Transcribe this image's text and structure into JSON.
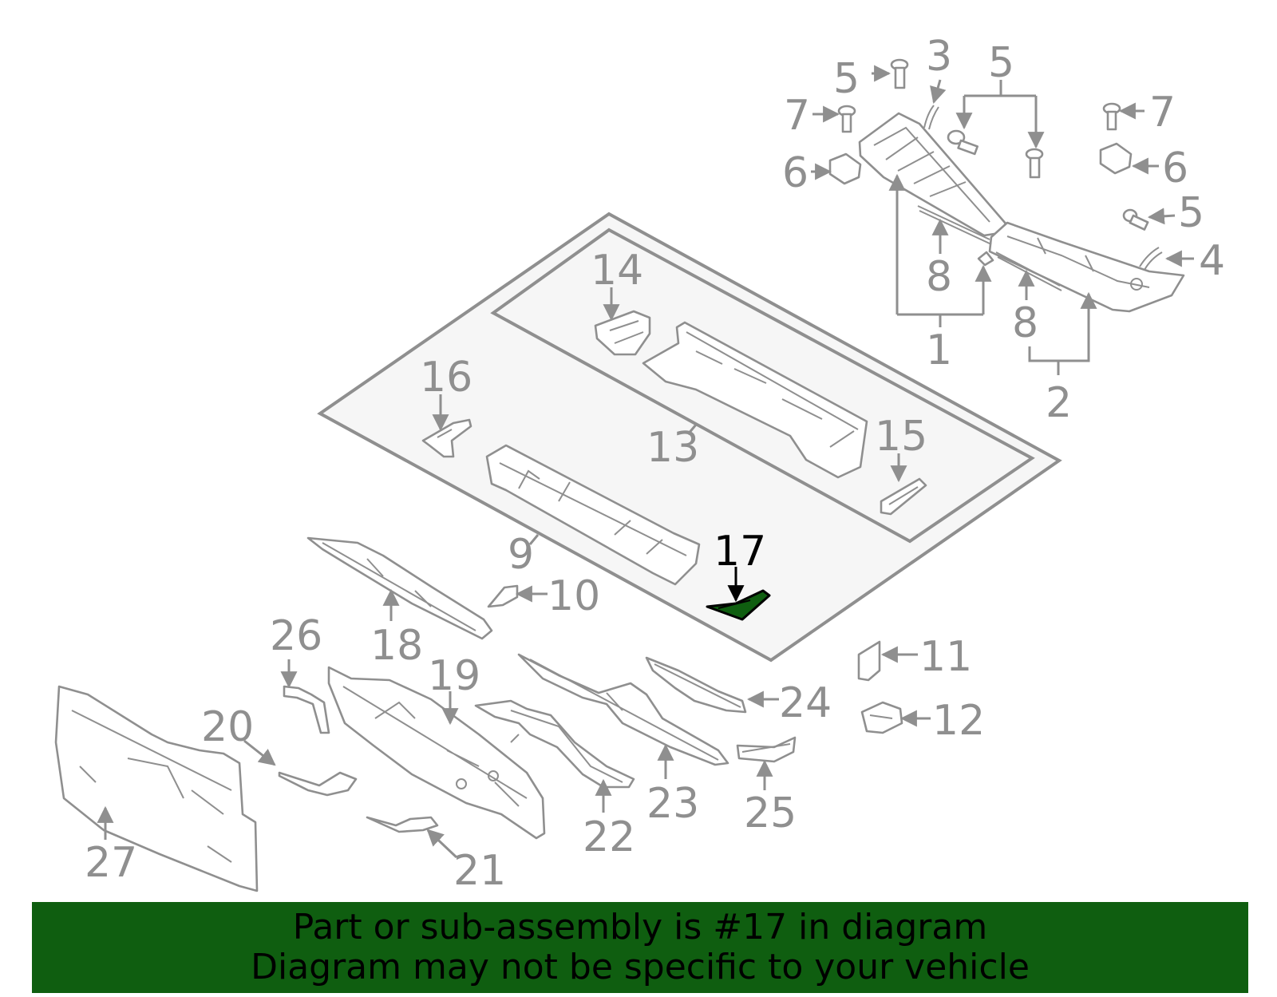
{
  "colors": {
    "line": "#8f8f8f",
    "highlight": "#000000",
    "highlight_fill": "#0f5e10",
    "panel_fill": "#f6f6f6",
    "banner_background": "#0f5e10",
    "banner_text": "#000000"
  },
  "highlighted_callout": "17",
  "callouts": {
    "c1": "1",
    "c2": "2",
    "c3": "3",
    "c4": "4",
    "c5a": "5",
    "c5b": "5",
    "c5c": "5",
    "c6a": "6",
    "c6b": "6",
    "c7a": "7",
    "c7b": "7",
    "c8a": "8",
    "c8b": "8",
    "c9": "9",
    "c10": "10",
    "c11": "11",
    "c12": "12",
    "c13": "13",
    "c14": "14",
    "c15": "15",
    "c16": "16",
    "c17": "17",
    "c18": "18",
    "c19": "19",
    "c20": "20",
    "c21": "21",
    "c22": "22",
    "c23": "23",
    "c24": "24",
    "c25": "25",
    "c26": "26",
    "c27": "27"
  },
  "banner": {
    "line1": "Part or sub-assembly is #17 in diagram",
    "line2": "Diagram may not be specific to your vehicle"
  }
}
